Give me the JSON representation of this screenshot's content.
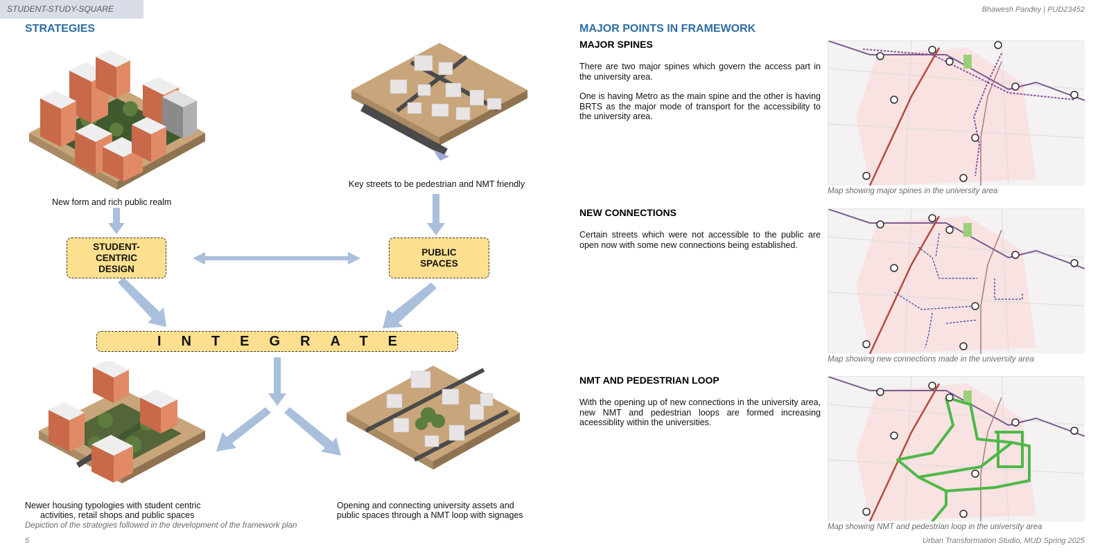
{
  "header": {
    "tag": "STUDENT-STUDY-SQUARE",
    "author": "Bhawesh Pandey | PUD23452"
  },
  "left": {
    "title": "STRATEGIES",
    "captions": {
      "top_left": "New form and rich public realm",
      "top_right": "Key streets to be pedestrian and NMT friendly",
      "bottom_left_line1": "Newer housing typologies with student centric",
      "bottom_left_line2": "activities, retail shops and public spaces",
      "bottom_right_line1": "Opening and connecting university assets and",
      "bottom_right_line2": "public spaces through a NMT loop with signages"
    },
    "boxes": {
      "student": "STUDENT-\nCENTRIC\nDESIGN",
      "public": "PUBLIC\nSPACES",
      "integrate": "INTEGRATE"
    },
    "depiction": "Depiction of the strategies followed in the development of the framework plan"
  },
  "right": {
    "title": "MAJOR POINTS IN FRAMEWORK",
    "sections": [
      {
        "heading": "MAJOR SPINES",
        "para1": "There are two major spines which govern the access part in the university area.",
        "para2": "One is having Metro as the main spine and the other is having BRTS as the major mode of transport for the accessibility to the university area.",
        "caption": "Map showing major spines in the university area"
      },
      {
        "heading": "NEW CONNECTIONS",
        "para1": "Certain streets which were not accessible to the public are open now with some new connections being established.",
        "caption": "Map showing new connections made in the university area"
      },
      {
        "heading": "NMT AND PEDESTRIAN LOOP",
        "para1": "With the opening up of new connections in the university area, new NMT and pedestrian loops are formed increasing aceessiblity within the universities.",
        "caption": "Map showing NMT and pedestrian loop in the university area"
      }
    ]
  },
  "footer": {
    "page": "5",
    "studio": "Urban Transformation Studio, MUD Spring 2025"
  },
  "colors": {
    "heading_blue": "#2e6da4",
    "box_fill": "#fde08f",
    "arrow": "#a9bfdc",
    "spine_purple": "#8a4a9e",
    "connection_blue": "#2a3a9e",
    "loop_green": "#4db848",
    "metro_red": "#b54a3e"
  }
}
